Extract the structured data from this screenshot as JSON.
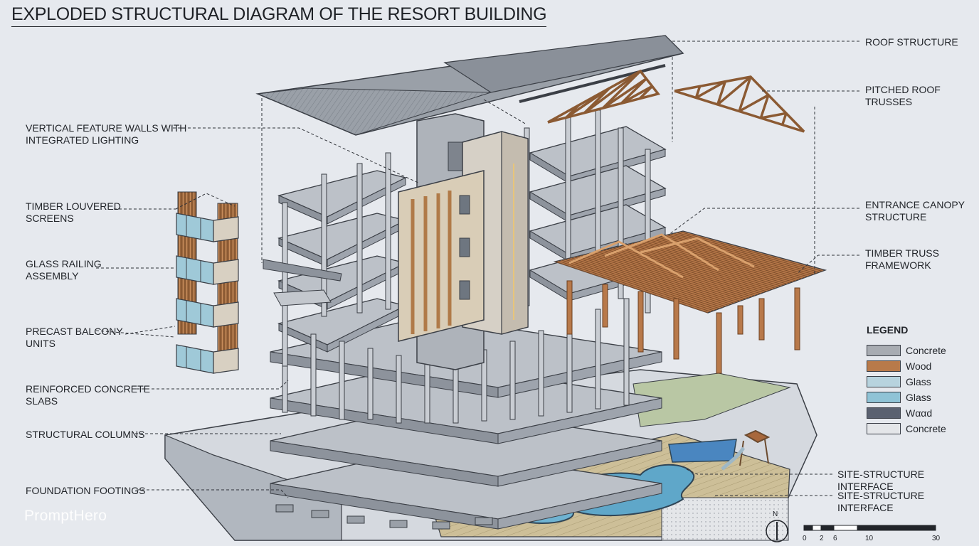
{
  "title": "EXPLODED STRUCTURAL DIAGRAM OF THE RESORT BUILDING",
  "labels_left": [
    {
      "id": "feature-walls",
      "text": "VERTICAL FEATURE WALLS WITH\nINTEGRATED LIGHTING"
    },
    {
      "id": "louvered-screens",
      "text": "TIMBER LOUVERED\nSCREENS"
    },
    {
      "id": "glass-railing",
      "text": "GLASS RAILING\nASSEMBLY"
    },
    {
      "id": "precast-balcony",
      "text": "PRECAST BALCONY\nUNITS"
    },
    {
      "id": "concrete-slabs",
      "text": "REINFORCED CONCRETE\nSLABS"
    },
    {
      "id": "structural-columns",
      "text": "STRUCTURAL COLUMNS"
    },
    {
      "id": "foundation-footings",
      "text": "FOUNDATION FOOTINGS"
    }
  ],
  "labels_right": [
    {
      "id": "roof-structure",
      "text": "ROOF STRUCTURE"
    },
    {
      "id": "pitched-roof-trusses",
      "text": "PITCHED ROOF\nTRUSSES"
    },
    {
      "id": "entrance-canopy",
      "text": "ENTRANCE CANOPY\nSTRUCTURE"
    },
    {
      "id": "timber-truss",
      "text": "TIMBER TRUSS\nFRAMEWORK"
    },
    {
      "id": "site-interface-1",
      "text": "SITE-STRUCTURE INTERFACE"
    },
    {
      "id": "site-interface-2",
      "text": "SITE-STRUCTURE INTERFACE"
    }
  ],
  "legend": {
    "title": "LEGEND",
    "items": [
      {
        "label": "Concrete",
        "color": "#a8acb2"
      },
      {
        "label": "Wood",
        "color": "#b87a4a"
      },
      {
        "label": "Glass",
        "color": "#b7d3de"
      },
      {
        "label": "Glass",
        "color": "#8fc3d6"
      },
      {
        "label": "Wααd",
        "color": "#5a6170"
      },
      {
        "label": "Concrete",
        "color": "#e4e6e9"
      }
    ]
  },
  "compass": {
    "label": "N"
  },
  "scale_bar": {
    "ticks": [
      "0",
      "2",
      "6",
      "10",
      "30"
    ]
  },
  "watermark": "PromptHero",
  "colors": {
    "concrete": "#b9bdc3",
    "slab_top": "#bcc1c8",
    "slab_edge": "#8d939c",
    "wood": "#a8683c",
    "glass": "#9fc9d8",
    "roof": "#8a9099",
    "water": "#5fa7c9",
    "ground": "#c9b98f",
    "line": "#3b3f46"
  }
}
